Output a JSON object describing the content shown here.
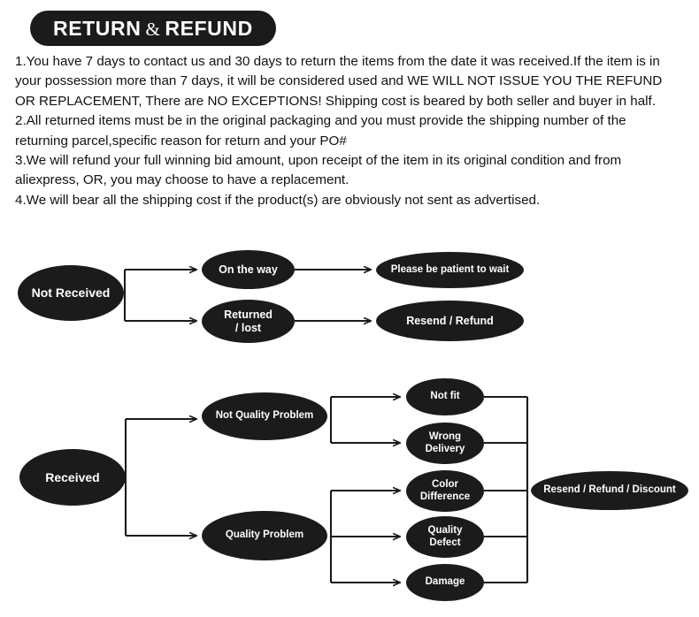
{
  "header": {
    "word1": "RETURN",
    "amp": "&",
    "word2": "REFUND"
  },
  "policy": {
    "items": [
      "1.You have 7 days to contact us and 30 days to return the items from the date it was received.If the item is in your possession more than 7 days, it will be considered used and WE WILL NOT ISSUE YOU THE REFUND OR REPLACEMENT, There are NO EXCEPTIONS! Shipping cost is beared by both seller and buyer in half.",
      "2.All returned items must be in the original packaging and you must provide the shipping number of the returning parcel,specific reason for return and your PO#",
      "3.We will refund your full winning bid amount, upon receipt of the item in its original condition and from aliexpress, OR, you may choose to have a replacement.",
      "4.We will bear all the shipping cost if the product(s) are obviously not sent as advertised."
    ]
  },
  "flowchart_not_received": {
    "root": "Not Received",
    "branches": [
      {
        "status": "On the way",
        "outcome": "Please be patient to wait"
      },
      {
        "status": "Returned\n/  lost",
        "outcome": "Resend / Refund"
      }
    ]
  },
  "flowchart_received": {
    "root": "Received",
    "categories": [
      {
        "label": "Not Quality Problem",
        "reasons": [
          "Not fit",
          "Wrong\nDelivery"
        ]
      },
      {
        "label": "Quality Problem",
        "reasons": [
          "Color\nDifference",
          "Quality\nDefect",
          "Damage"
        ]
      }
    ],
    "outcome": "Resend / Refund / Discount"
  },
  "colors": {
    "node_fill": "#1b1b1b",
    "node_text": "#ffffff",
    "connector": "#1b1b1b",
    "background": "#ffffff",
    "body_text": "#111111"
  }
}
